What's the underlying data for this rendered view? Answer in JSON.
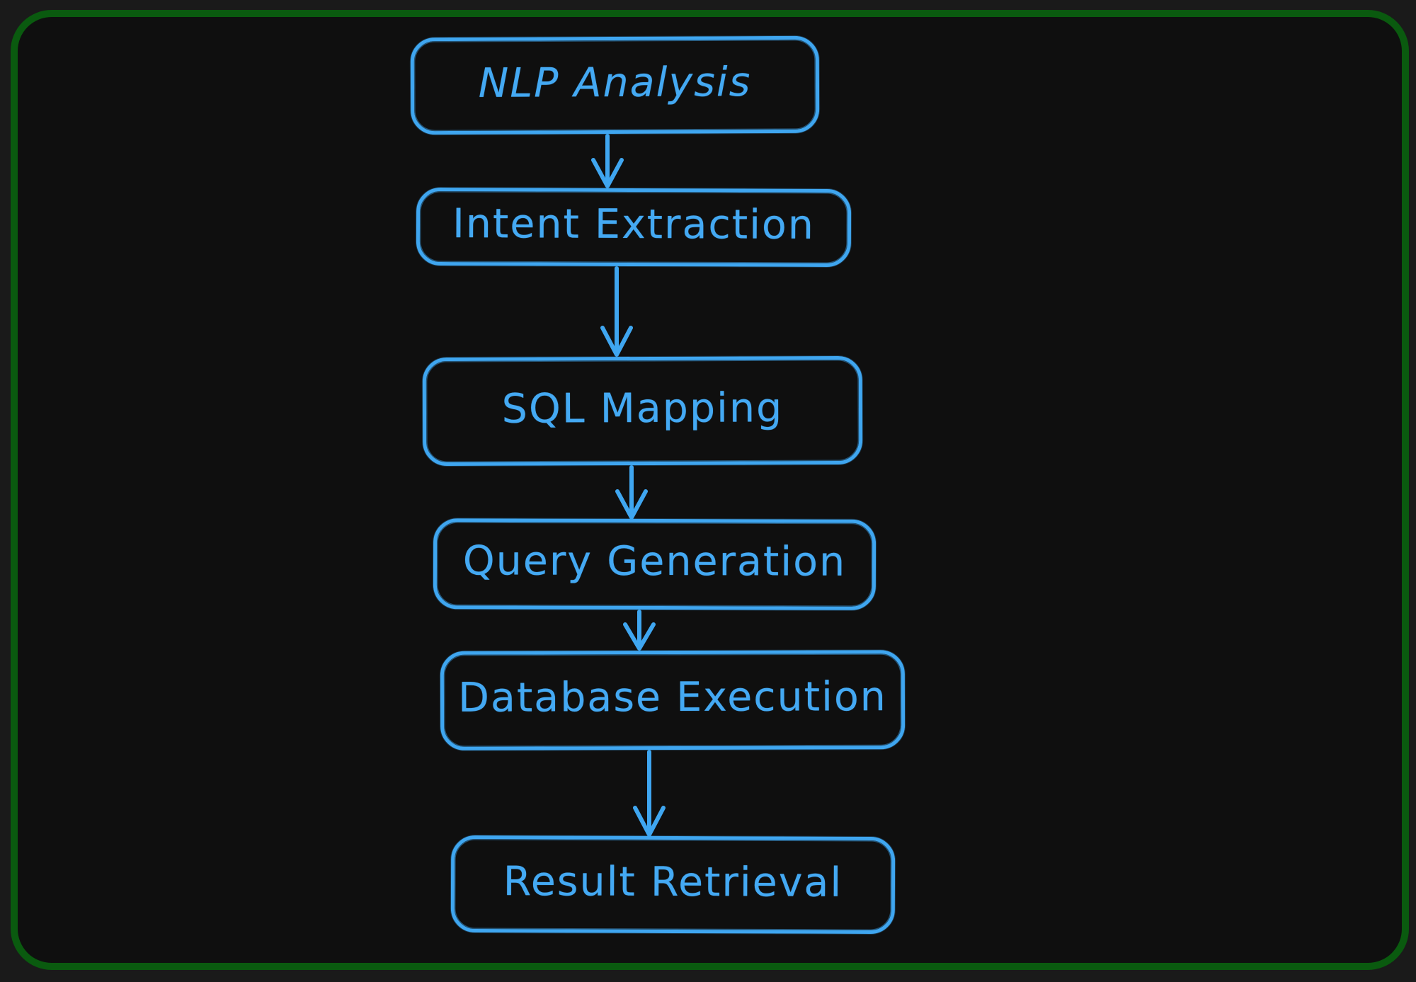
{
  "diagram": {
    "type": "flowchart",
    "direction": "top-to-bottom",
    "nodes": [
      {
        "id": "nlp-analysis",
        "label": "NLP Analysis"
      },
      {
        "id": "intent-extraction",
        "label": "Intent Extraction"
      },
      {
        "id": "sql-mapping",
        "label": "SQL Mapping"
      },
      {
        "id": "query-generation",
        "label": "Query Generation"
      },
      {
        "id": "database-execution",
        "label": "Database Execution"
      },
      {
        "id": "result-retrieval",
        "label": "Result Retrieval"
      }
    ],
    "edges": [
      {
        "from": "nlp-analysis",
        "to": "intent-extraction",
        "style": "arrow-down"
      },
      {
        "from": "intent-extraction",
        "to": "sql-mapping",
        "style": "arrow-down"
      },
      {
        "from": "sql-mapping",
        "to": "query-generation",
        "style": "arrow-down"
      },
      {
        "from": "query-generation",
        "to": "database-execution",
        "style": "arrow-down"
      },
      {
        "from": "database-execution",
        "to": "result-retrieval",
        "style": "arrow-down"
      }
    ],
    "colors": {
      "node_stroke": "#3fa6f0",
      "node_text": "#44a9f3",
      "frame_border": "#0a5a0f",
      "canvas_bg": "#0f0f0f",
      "page_bg": "#1a1a1a"
    }
  }
}
